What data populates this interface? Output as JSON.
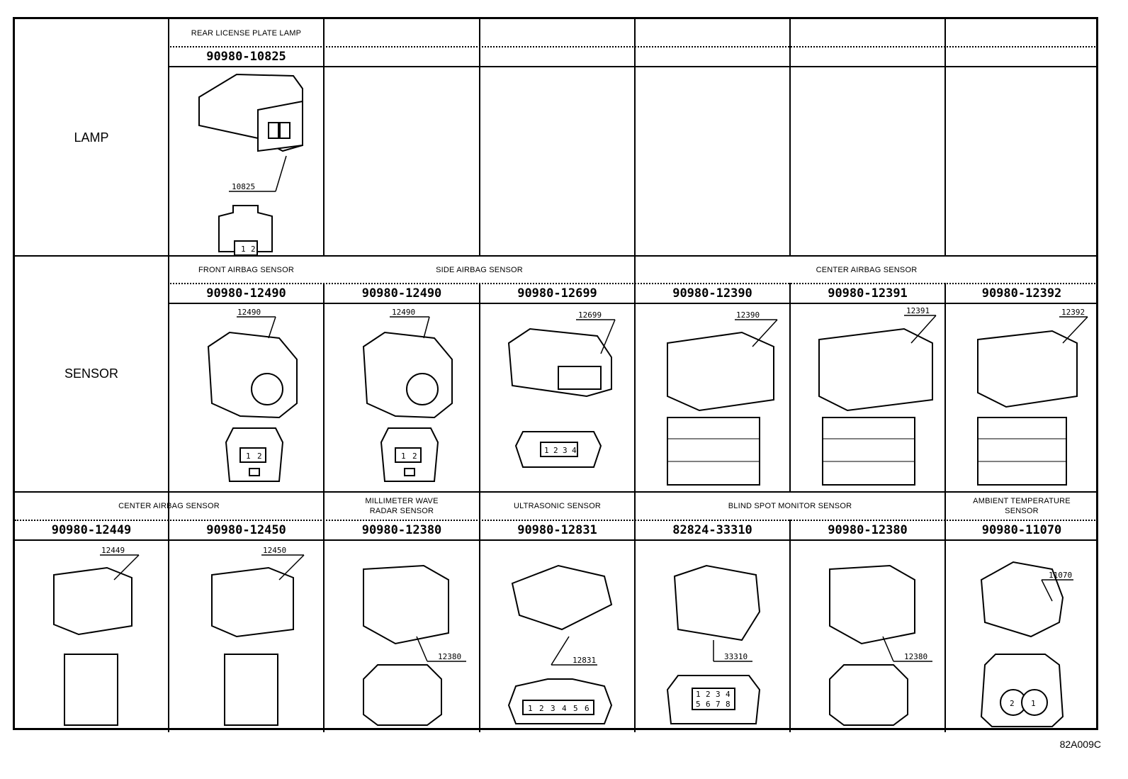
{
  "categories": {
    "lamp": "LAMP",
    "sensor": "SENSOR"
  },
  "lamp_row": {
    "rear_license": {
      "label": "REAR LICENSE PLATE LAMP",
      "part": "90980-10825",
      "code": "10825",
      "pins": [
        "1",
        "2"
      ]
    }
  },
  "sensor_row": {
    "front_airbag": {
      "label": "FRONT AIRBAG SENSOR",
      "part": "90980-12490",
      "code": "12490",
      "pins": [
        "1",
        "2"
      ]
    },
    "side_airbag": {
      "label": "SIDE AIRBAG SENSOR",
      "a": {
        "part": "90980-12490",
        "code": "12490",
        "pins": [
          "1",
          "2"
        ]
      },
      "b": {
        "part": "90980-12699",
        "code": "12699",
        "pins": [
          "1",
          "2",
          "3",
          "4"
        ]
      }
    },
    "center_airbag": {
      "label": "CENTER AIRBAG SENSOR",
      "a": {
        "part": "90980-12390",
        "code": "12390"
      },
      "b": {
        "part": "90980-12391",
        "code": "12391"
      },
      "c": {
        "part": "90980-12392",
        "code": "12392"
      }
    }
  },
  "bottom_row": {
    "center_airbag2": {
      "label": "CENTER AIRBAG SENSOR",
      "a": {
        "part": "90980-12449",
        "code": "12449"
      },
      "b": {
        "part": "90980-12450",
        "code": "12450"
      }
    },
    "mmwave": {
      "label": "MILLIMETER WAVE\nRADAR SENSOR",
      "part": "90980-12380",
      "code": "12380"
    },
    "ultrasonic": {
      "label": "ULTRASONIC SENSOR",
      "part": "90980-12831",
      "code": "12831",
      "pins": [
        "1",
        "2",
        "3",
        "4",
        "5",
        "6"
      ]
    },
    "blind_spot": {
      "label": "BLIND SPOT MONITOR SENSOR",
      "a": {
        "part": "82824-33310",
        "code": "33310",
        "pins": [
          "1",
          "2",
          "3",
          "4",
          "5",
          "6",
          "7",
          "8"
        ]
      },
      "b": {
        "part": "90980-12380",
        "code": "12380"
      }
    },
    "ambient": {
      "label": "AMBIENT TEMPERATURE\nSENSOR",
      "part": "90980-11070",
      "code": "11070",
      "pins": [
        "2",
        "1"
      ]
    }
  },
  "footer": {
    "figure_code": "82A009C"
  }
}
